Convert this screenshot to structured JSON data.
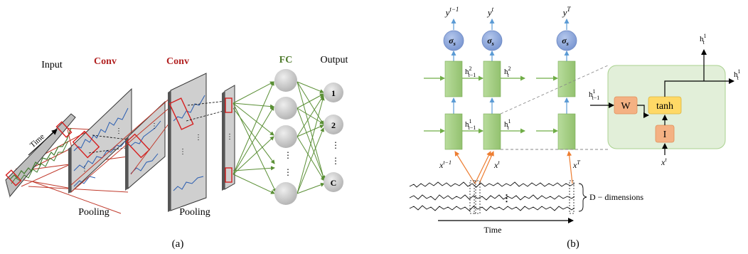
{
  "panel_a": {
    "caption": "(a)",
    "labels": {
      "input": "Input",
      "conv1": "Conv",
      "conv2": "Conv",
      "fc": "FC",
      "output": "Output",
      "time": "Time",
      "pooling1": "Pooling",
      "pooling2": "Pooling"
    },
    "output_nodes": [
      "1",
      "2",
      "C"
    ],
    "colors": {
      "conv": "#b22222",
      "fc": "#4e7a2c",
      "connection": "#c0392b",
      "fc_edge": "#5a8f35",
      "node": "#c8c8c8"
    }
  },
  "panel_b": {
    "caption": "(b)",
    "outputs": [
      "y",
      "y",
      "y"
    ],
    "output_sups": [
      "t−1",
      "t",
      "T"
    ],
    "sigma_label": "σ",
    "sigma_sub": "s",
    "h_top_prev": "h",
    "h_top_prev_sup": "2",
    "h_top_prev_sub": "t−1",
    "h_top_cur": "h",
    "h_top_cur_sup": "2",
    "h_top_cur_sub": "t",
    "h_bot_prev": "h",
    "h_bot_prev_sup": "1",
    "h_bot_prev_sub": "t−1",
    "h_bot_cur": "h",
    "h_bot_cur_sup": "1",
    "h_bot_cur_sub": "t",
    "inputs": [
      "x",
      "x",
      "x"
    ],
    "input_sups": [
      "t−1",
      "t",
      "T"
    ],
    "d_dimensions": "D − dimensions",
    "time": "Time",
    "cell": {
      "w": "W",
      "tanh": "tanh",
      "i": "I",
      "h_in": "h",
      "h_in_sup": "1",
      "h_in_sub": "t−1",
      "h_out_top": "h",
      "h_out_top_sup": "1",
      "h_out_top_sub": "t",
      "h_out_right": "h",
      "h_out_right_sup": "1",
      "h_out_right_sub": "t",
      "x_in": "x",
      "x_in_sup": "t"
    },
    "colors": {
      "rnn_block": "#a9d18e",
      "sigma": "#8faadc",
      "cell_bg": "#e2efd9",
      "w_box": "#f4b183",
      "tanh_box": "#ffd966",
      "i_box": "#f4b183",
      "up_arrow": "#5b9bd5",
      "input_arrow": "#ed7d31",
      "recurrent_arrow": "#70ad47"
    }
  }
}
